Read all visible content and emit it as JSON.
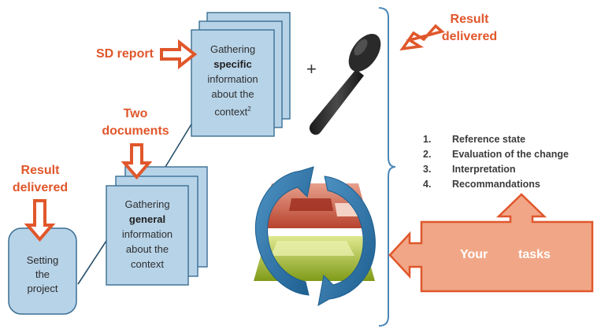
{
  "colors": {
    "doc_fill": "#b7d3e8",
    "doc_stroke": "#3a6f93",
    "arrow_orange": "#e0572b",
    "arrow_fill": "#ffffff",
    "tasks_fill": "#f1a787",
    "connector": "#274e69",
    "bracket": "#4c87b9"
  },
  "setting_project": {
    "lines": [
      "Setting",
      "the",
      "project"
    ]
  },
  "general_doc": {
    "line1": "Gathering",
    "bold": "general",
    "line3": "information",
    "line4": "about the",
    "line5": "context"
  },
  "specific_doc": {
    "line1": "Gathering",
    "bold": "specific",
    "line3": "information",
    "line4": "about the",
    "line5": "context",
    "superscript": "2"
  },
  "labels": {
    "result_delivered_left": [
      "Result",
      "delivered"
    ],
    "two_documents": [
      "Two",
      "documents"
    ],
    "sd_report": "SD report",
    "result_delivered_right": [
      "Result",
      "delivered"
    ],
    "plus": "+"
  },
  "tasks": [
    {
      "num": "1.",
      "text": "Reference state"
    },
    {
      "num": "2.",
      "text": "Evaluation of the change"
    },
    {
      "num": "3.",
      "text": "Interpretation"
    },
    {
      "num": "4.",
      "text": "Recommandations"
    }
  ],
  "your_tasks": {
    "word1": "Your",
    "word2": "tasks"
  },
  "icons": [
    "microphone-icon",
    "cycle-arrows-icon",
    "layered-map-icon"
  ]
}
